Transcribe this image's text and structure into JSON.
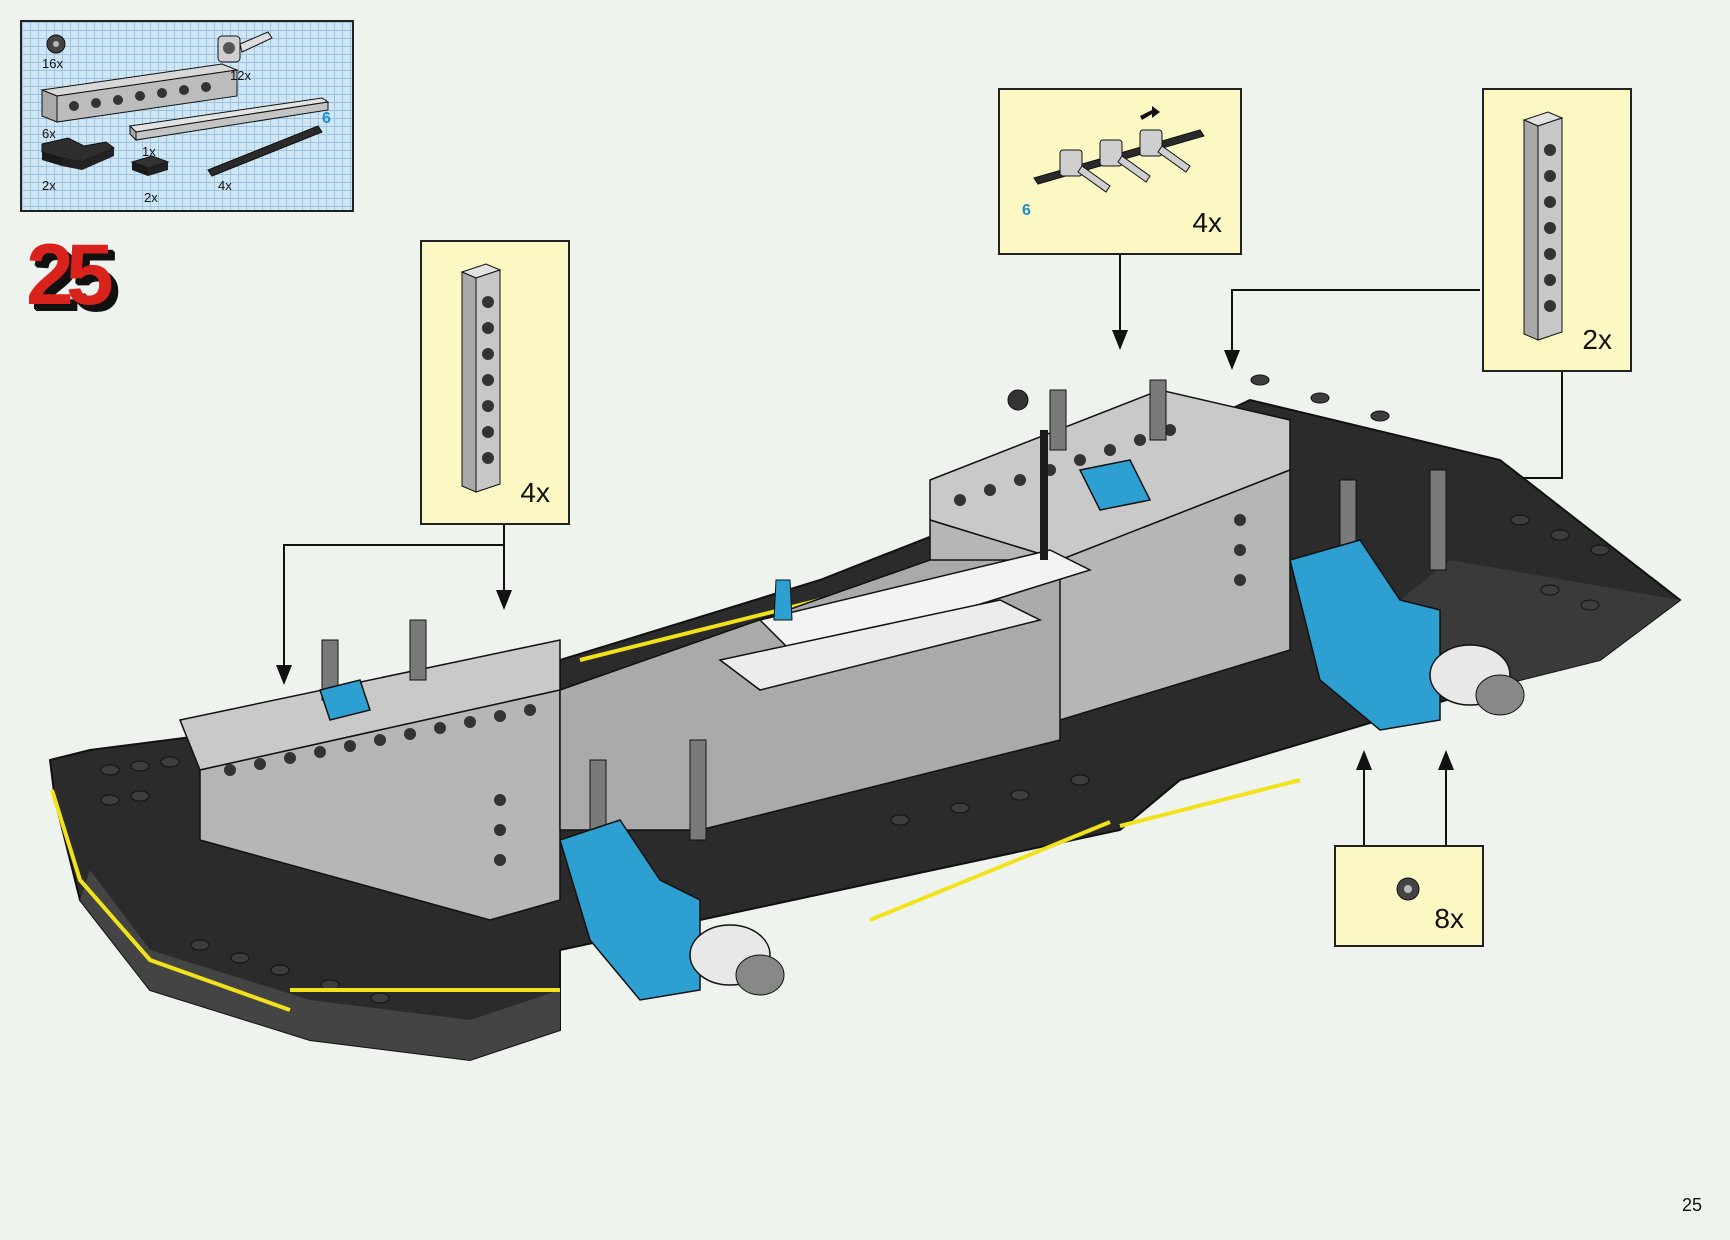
{
  "step_number": "25",
  "page_number": "25",
  "parts_list": {
    "items": [
      {
        "qty": "16x",
        "icon": "bush-icon"
      },
      {
        "qty": "12x",
        "icon": "axle-joiner-icon"
      },
      {
        "qty": "6x",
        "icon": "technic-brick-icon"
      },
      {
        "qty": "1x",
        "icon": "technic-plate-icon"
      },
      {
        "qty": "2x",
        "icon": "corner-plate-icon"
      },
      {
        "qty": "2x",
        "icon": "plate-1x2-icon"
      },
      {
        "qty": "4x",
        "icon": "axle-icon"
      }
    ],
    "axle_length": "6"
  },
  "callouts": [
    {
      "qty": "4x",
      "icon": "technic-brick-1x8-icon"
    },
    {
      "qty": "4x",
      "icon": "axle-joiner-subassembly-icon",
      "axle_length": "6"
    },
    {
      "qty": "2x",
      "icon": "technic-brick-1x8-icon"
    },
    {
      "qty": "8x",
      "icon": "bush-icon"
    }
  ],
  "colors": {
    "step_red": "#d9221c",
    "callout_yellow": "#fbf8c4",
    "parts_blue": "#cfe6f5",
    "accent_blue": "#1c8fc7",
    "brick_black": "#2b2b2b",
    "brick_gray": "#b8b9b9",
    "stripe_yellow": "#f2e21c"
  }
}
